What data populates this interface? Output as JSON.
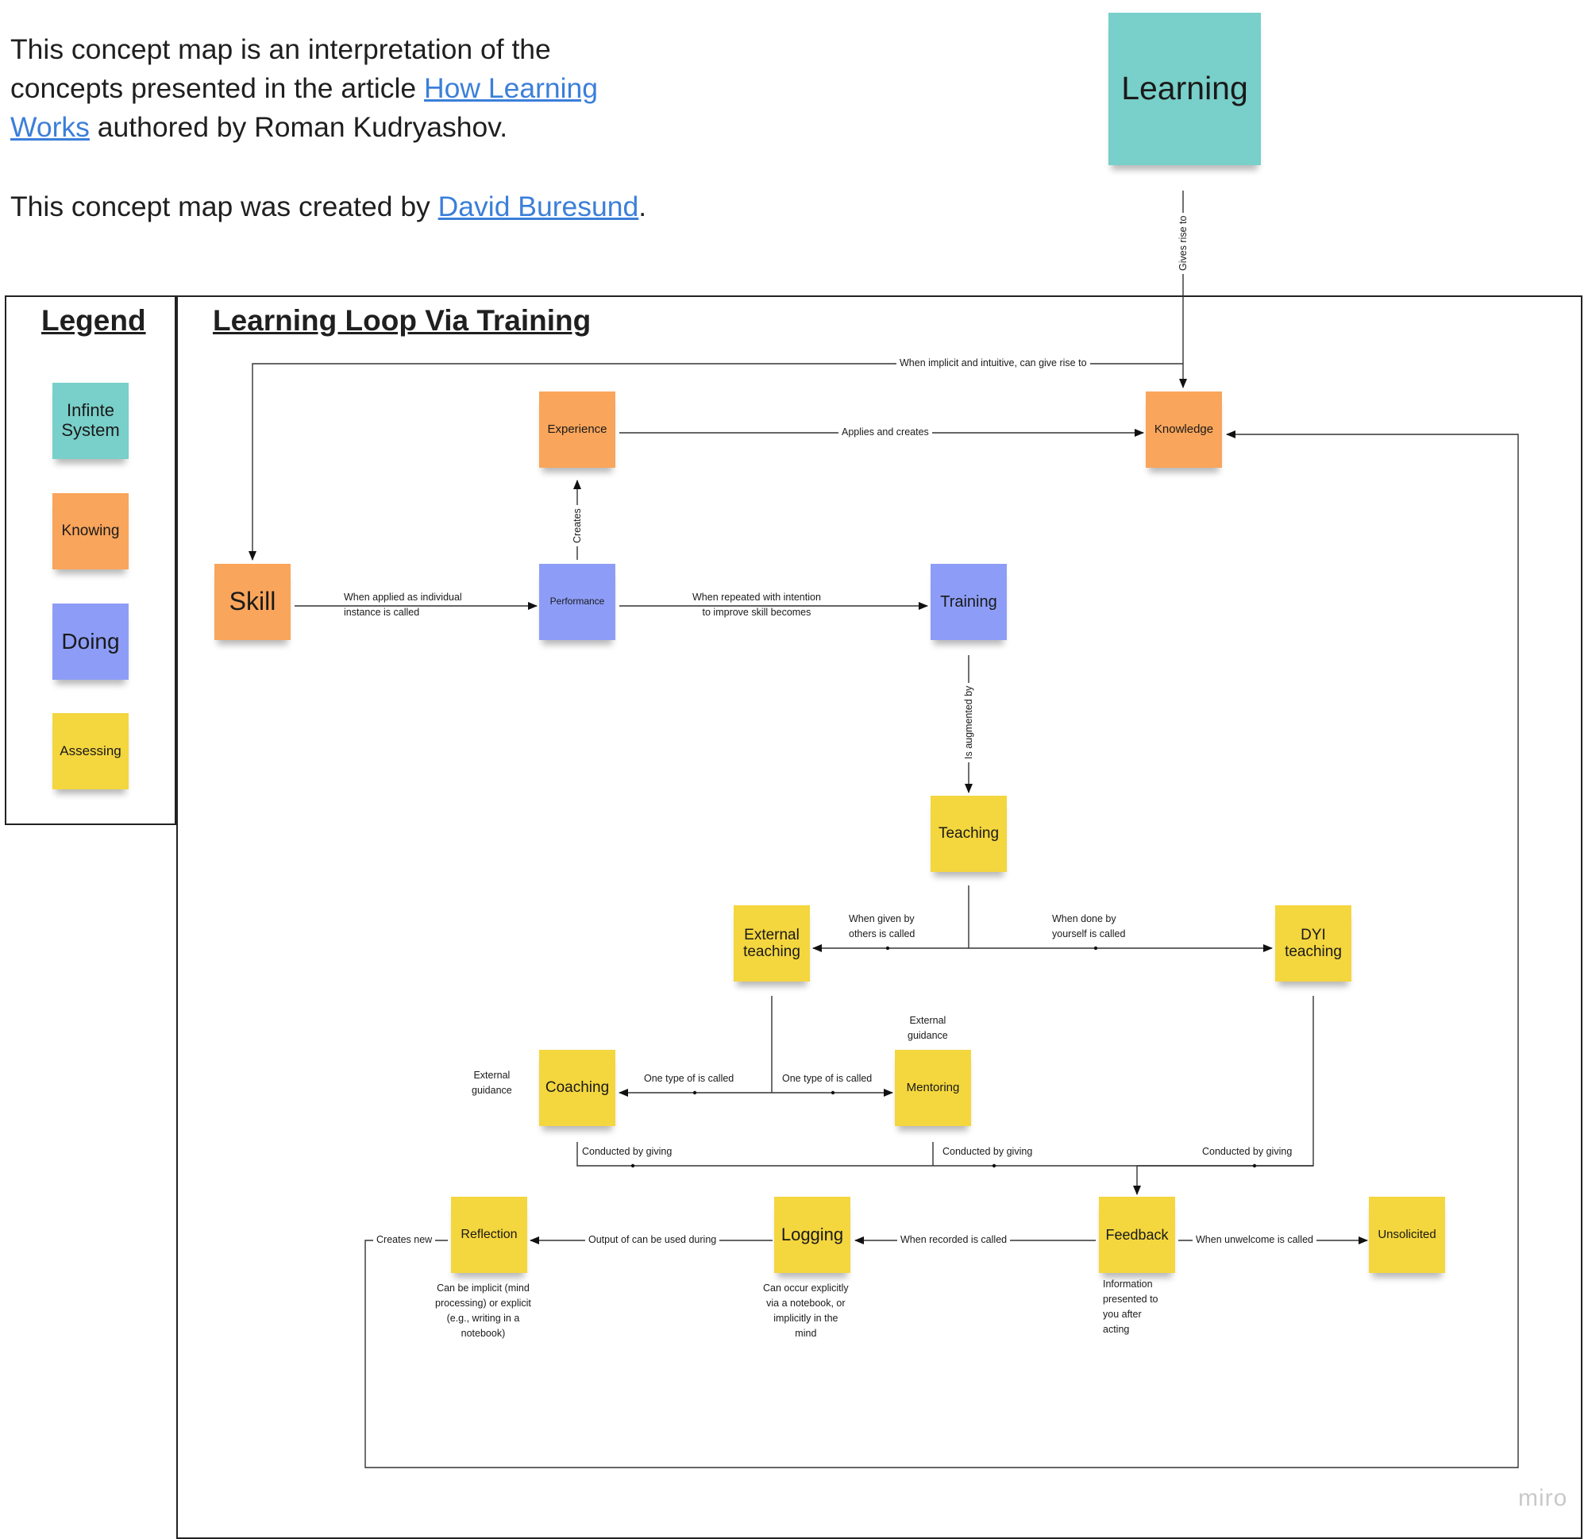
{
  "intro": {
    "p1_a": "This concept map is an interpretation of the",
    "p1_b": "concepts presented in the article ",
    "article_link": "How Learning ",
    "article_link_2": "Works",
    "p1_c": " authored by Roman Kudryashov.",
    "p2_a": "This concept map was created by ",
    "author_link": "David Buresund",
    "p2_end": "."
  },
  "legend": {
    "title": "Legend",
    "items": [
      {
        "label": "Infinte System",
        "color": "#79cfc9"
      },
      {
        "label": "Knowing",
        "color": "#f9a55b"
      },
      {
        "label": "Doing",
        "color": "#8d9df7"
      },
      {
        "label": "Assessing",
        "color": "#f4d63e"
      }
    ]
  },
  "main": {
    "title": "Learning Loop Via Training"
  },
  "nodes": {
    "learning": "Learning",
    "experience": "Experience",
    "knowledge": "Knowledge",
    "skill": "Skill",
    "performance": "Performance",
    "training": "Training",
    "teaching": "Teaching",
    "external_teaching": "External teaching",
    "dyi_teaching": "DYI teaching",
    "coaching": "Coaching",
    "mentoring": "Mentoring",
    "reflection": "Reflection",
    "logging": "Logging",
    "feedback": "Feedback",
    "unsolicited": "Unsolicited"
  },
  "edges": {
    "gives_rise_to": "Gives rise to",
    "implicit_intuitive": "When implicit and intuitive, can give rise to",
    "applies_creates": "Applies and creates",
    "creates": "Creates",
    "applied_individual": "When applied as individual\ninstance is called",
    "repeated_intention": "When repeated with intention\nto improve skill becomes",
    "augmented_by": "Is augmented by",
    "given_by_others": "When given by\nothers is called",
    "done_by_yourself": "When done by\nyourself is called",
    "one_type_left": "One type of is called",
    "one_type_right": "One type of is called",
    "conducted_1": "Conducted by giving",
    "conducted_2": "Conducted by giving",
    "conducted_3": "Conducted by giving",
    "creates_new": "Creates new",
    "output_used": "Output of can be used during",
    "recorded": "When recorded is called",
    "unwelcome": "When unwelcome is called"
  },
  "notes": {
    "coaching_ext": "External\nguidance",
    "mentoring_ext": "External\nguidance",
    "reflection_note": "Can be implicit (mind\nprocessing) or explicit\n(e.g., writing in a\nnotebook)",
    "logging_note": "Can occur explicitly\nvia a notebook, or\nimplicitly in the\nmind",
    "feedback_note": "Information\npresented to\nyou after\nacting"
  },
  "watermark": "miro"
}
